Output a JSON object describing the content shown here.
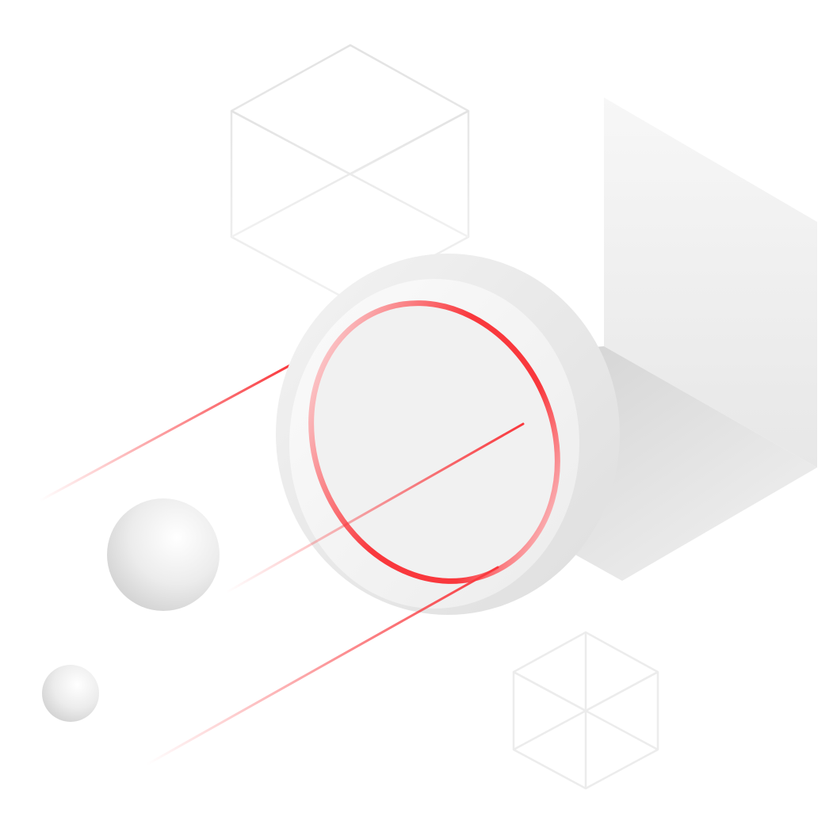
{
  "illustration": {
    "palette": {
      "background": "#ffffff",
      "accent_red": "#f9383d",
      "light_gray": "#eeeeee",
      "mid_gray": "#d4d4d4",
      "outline_gray": "#e6e6e6"
    },
    "elements": {
      "wireframe_cubes": 2,
      "spheres": 2,
      "red_beams": 3
    }
  }
}
